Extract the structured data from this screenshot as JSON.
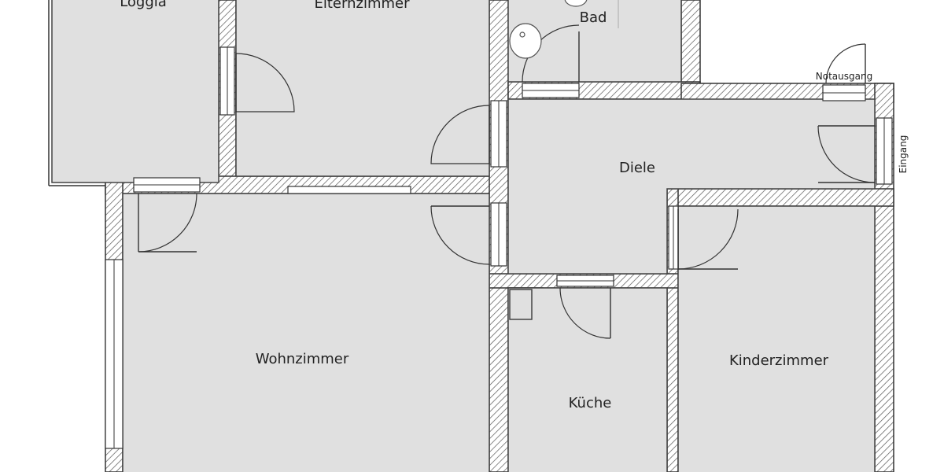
{
  "rooms": {
    "loggia": "Loggia",
    "elternzimmer": "Elternzimmer",
    "bad": "Bad",
    "notausgang": "Notausgang",
    "diele": "Diele",
    "eingang": "Eingang",
    "wohnzimmer": "Wohnzimmer",
    "kueche": "Küche",
    "kinderzimmer": "Kinderzimmer"
  }
}
